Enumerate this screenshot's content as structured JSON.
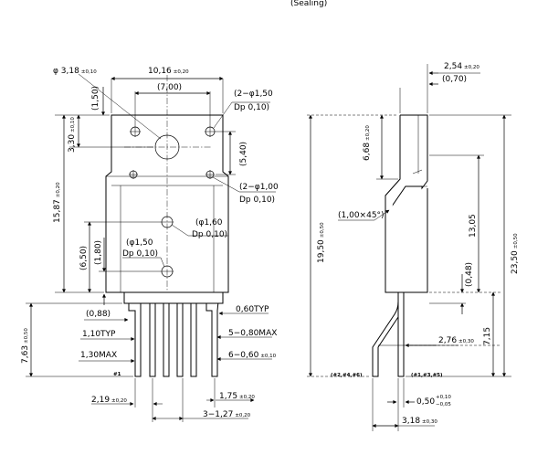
{
  "header": {
    "text": "(Sealing)"
  },
  "front_view": {
    "hole_dia": {
      "main": "φ 3,18",
      "tol": "±0,10"
    },
    "width": {
      "main": "10,16",
      "tol": "±0,20"
    },
    "hole_spacing": "(7,00)",
    "top_offset": "(1,50)",
    "hole_center_height": {
      "main": "3,30",
      "tol": "±0,10"
    },
    "body_height": {
      "main": "15,87",
      "tol": "±0,20"
    },
    "holes_upper": {
      "line1": "(2−φ1,50",
      "line2": "Dp  0,10)"
    },
    "holes_side_height": "(5,40)",
    "holes_lower": {
      "line1": "(2−φ1,00",
      "line2": "Dp  0,10)"
    },
    "hole_center": {
      "line1": "(φ1,60",
      "line2": "Dp  0,10)"
    },
    "hole_bottom": {
      "line1": "(φ1,50",
      "line2": "Dp  0,10)"
    },
    "height_650": "(6,50)",
    "height_180": "(1,80)",
    "lead_length": {
      "main": "7,63",
      "tol": "±0,50"
    },
    "dim_088": "(0,88)",
    "dim_110": "1,10TYP",
    "dim_130": "1,30MAX",
    "dim_060typ": "0,60TYP",
    "dim_5x080": "5−0,80MAX",
    "dim_6x060": {
      "main": "6−0,60",
      "tol": "±0,10"
    },
    "pin1": "#1",
    "pitch_219": {
      "main": "2,19",
      "tol": "±0,20"
    },
    "dim_175": {
      "main": "1,75",
      "tol": "±0,20"
    },
    "pitch_3x127": {
      "main": "3−1,27",
      "tol": "±0,20"
    }
  },
  "side_view": {
    "thk_254": {
      "main": "2,54",
      "tol": "±0,20"
    },
    "thk_070": "(0,70)",
    "height_668": {
      "main": "6,68",
      "tol": "±0,20"
    },
    "chamfer": "(1,00×45°)",
    "total_1950": {
      "main": "19,50",
      "tol": "±0,50"
    },
    "height_1305": "13,05",
    "total_2350": {
      "main": "23,50",
      "tol": "±0,50"
    },
    "dim_048": "(0,48)",
    "dim_276": {
      "main": "2,76",
      "tol": "±0,30"
    },
    "dim_715": "7,15",
    "pins_even": "(#2,#4,#6)",
    "pins_odd": "(#1,#3,#5)",
    "lead_thk": {
      "main": "0,50",
      "tol_plus": "+0,10",
      "tol_minus": "−0,05"
    },
    "lead_offset": {
      "main": "3,18",
      "tol": "±0,30"
    }
  }
}
